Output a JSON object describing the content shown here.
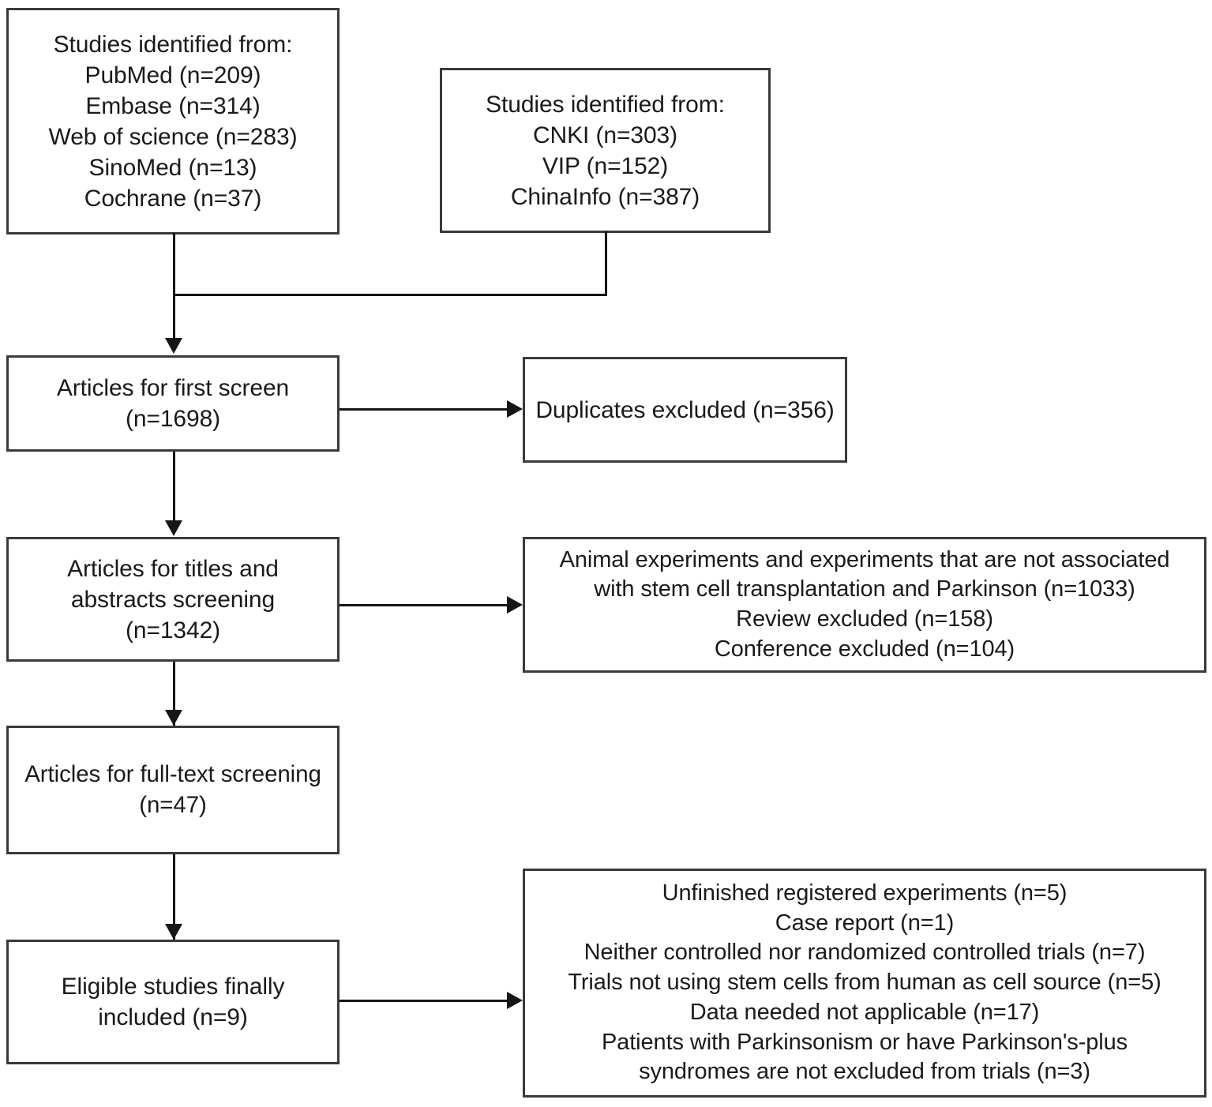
{
  "diagram": {
    "title": "PRISMA study selection flow diagram",
    "type": "flowchart",
    "stroke_color": "#3a3a3a",
    "connector_color": "#161616",
    "background": "#ffffff",
    "text_color": "#1a1a1a"
  },
  "nodes": {
    "sources_international": {
      "name": "studies-identified-international",
      "text": "Studies identified from:\nPubMed (n=209)\nEmbase (n=314)\nWeb of science (n=283)\nSinoMed (n=13)\nCochrane (n=37)",
      "heading": "Studies identified from:",
      "databases": [
        {
          "label": "PubMed",
          "n": 209
        },
        {
          "label": "Embase",
          "n": 314
        },
        {
          "label": "Web of science",
          "n": 283
        },
        {
          "label": "SinoMed",
          "n": 13
        },
        {
          "label": "Cochrane",
          "n": 37
        }
      ]
    },
    "sources_chinese": {
      "name": "studies-identified-chinese",
      "text": "Studies identified from:\nCNKI (n=303)\nVIP (n=152)\nChinaInfo (n=387)",
      "heading": "Studies identified from:",
      "databases": [
        {
          "label": "CNKI",
          "n": 303
        },
        {
          "label": "VIP",
          "n": 152
        },
        {
          "label": "ChinaInfo",
          "n": 387
        }
      ]
    },
    "first_screen": {
      "name": "articles-for-first-screen",
      "text": "Articles for first screen\n(n=1698)",
      "n": 1698
    },
    "duplicates_excluded": {
      "name": "duplicates-excluded",
      "text": "Duplicates excluded (n=356)",
      "n": 356
    },
    "titles_abstracts": {
      "name": "articles-titles-abstracts-screening",
      "text": "Articles for titles and\nabstracts screening\n(n=1342)",
      "n": 1342
    },
    "screening_exclusions": {
      "name": "titles-abstracts-exclusions",
      "text": "Animal experiments and experiments that are not associated\nwith stem cell transplantation and Parkinson (n=1033)\nReview excluded (n=158)\nConference excluded (n=104)",
      "reasons": [
        {
          "label": "Animal experiments and experiments that are not associated with stem cell transplantation and Parkinson",
          "n": 1033
        },
        {
          "label": "Review excluded",
          "n": 158
        },
        {
          "label": "Conference excluded",
          "n": 104
        }
      ]
    },
    "full_text": {
      "name": "articles-full-text-screening",
      "text": "Articles for full-text screening\n(n=47)",
      "n": 47
    },
    "eligible": {
      "name": "eligible-studies-included",
      "text": "Eligible studies finally\nincluded (n=9)",
      "n": 9
    },
    "fulltext_exclusions": {
      "name": "full-text-exclusions",
      "text": "Unfinished registered experiments (n=5)\nCase report (n=1)\nNeither controlled nor randomized controlled trials (n=7)\nTrials not using stem cells from human as cell source (n=5)\nData needed not applicable (n=17)\nPatients with Parkinsonism or have Parkinson's-plus\nsyndromes are not excluded from trials (n=3)",
      "reasons": [
        {
          "label": "Unfinished registered experiments",
          "n": 5
        },
        {
          "label": "Case report",
          "n": 1
        },
        {
          "label": "Neither controlled nor randomized controlled trials",
          "n": 7
        },
        {
          "label": "Trials not using stem cells from human as cell source",
          "n": 5
        },
        {
          "label": "Data needed not applicable",
          "n": 17
        },
        {
          "label": "Patients with Parkinsonism or have Parkinson's-plus syndromes are not excluded from trials",
          "n": 3
        }
      ]
    }
  }
}
